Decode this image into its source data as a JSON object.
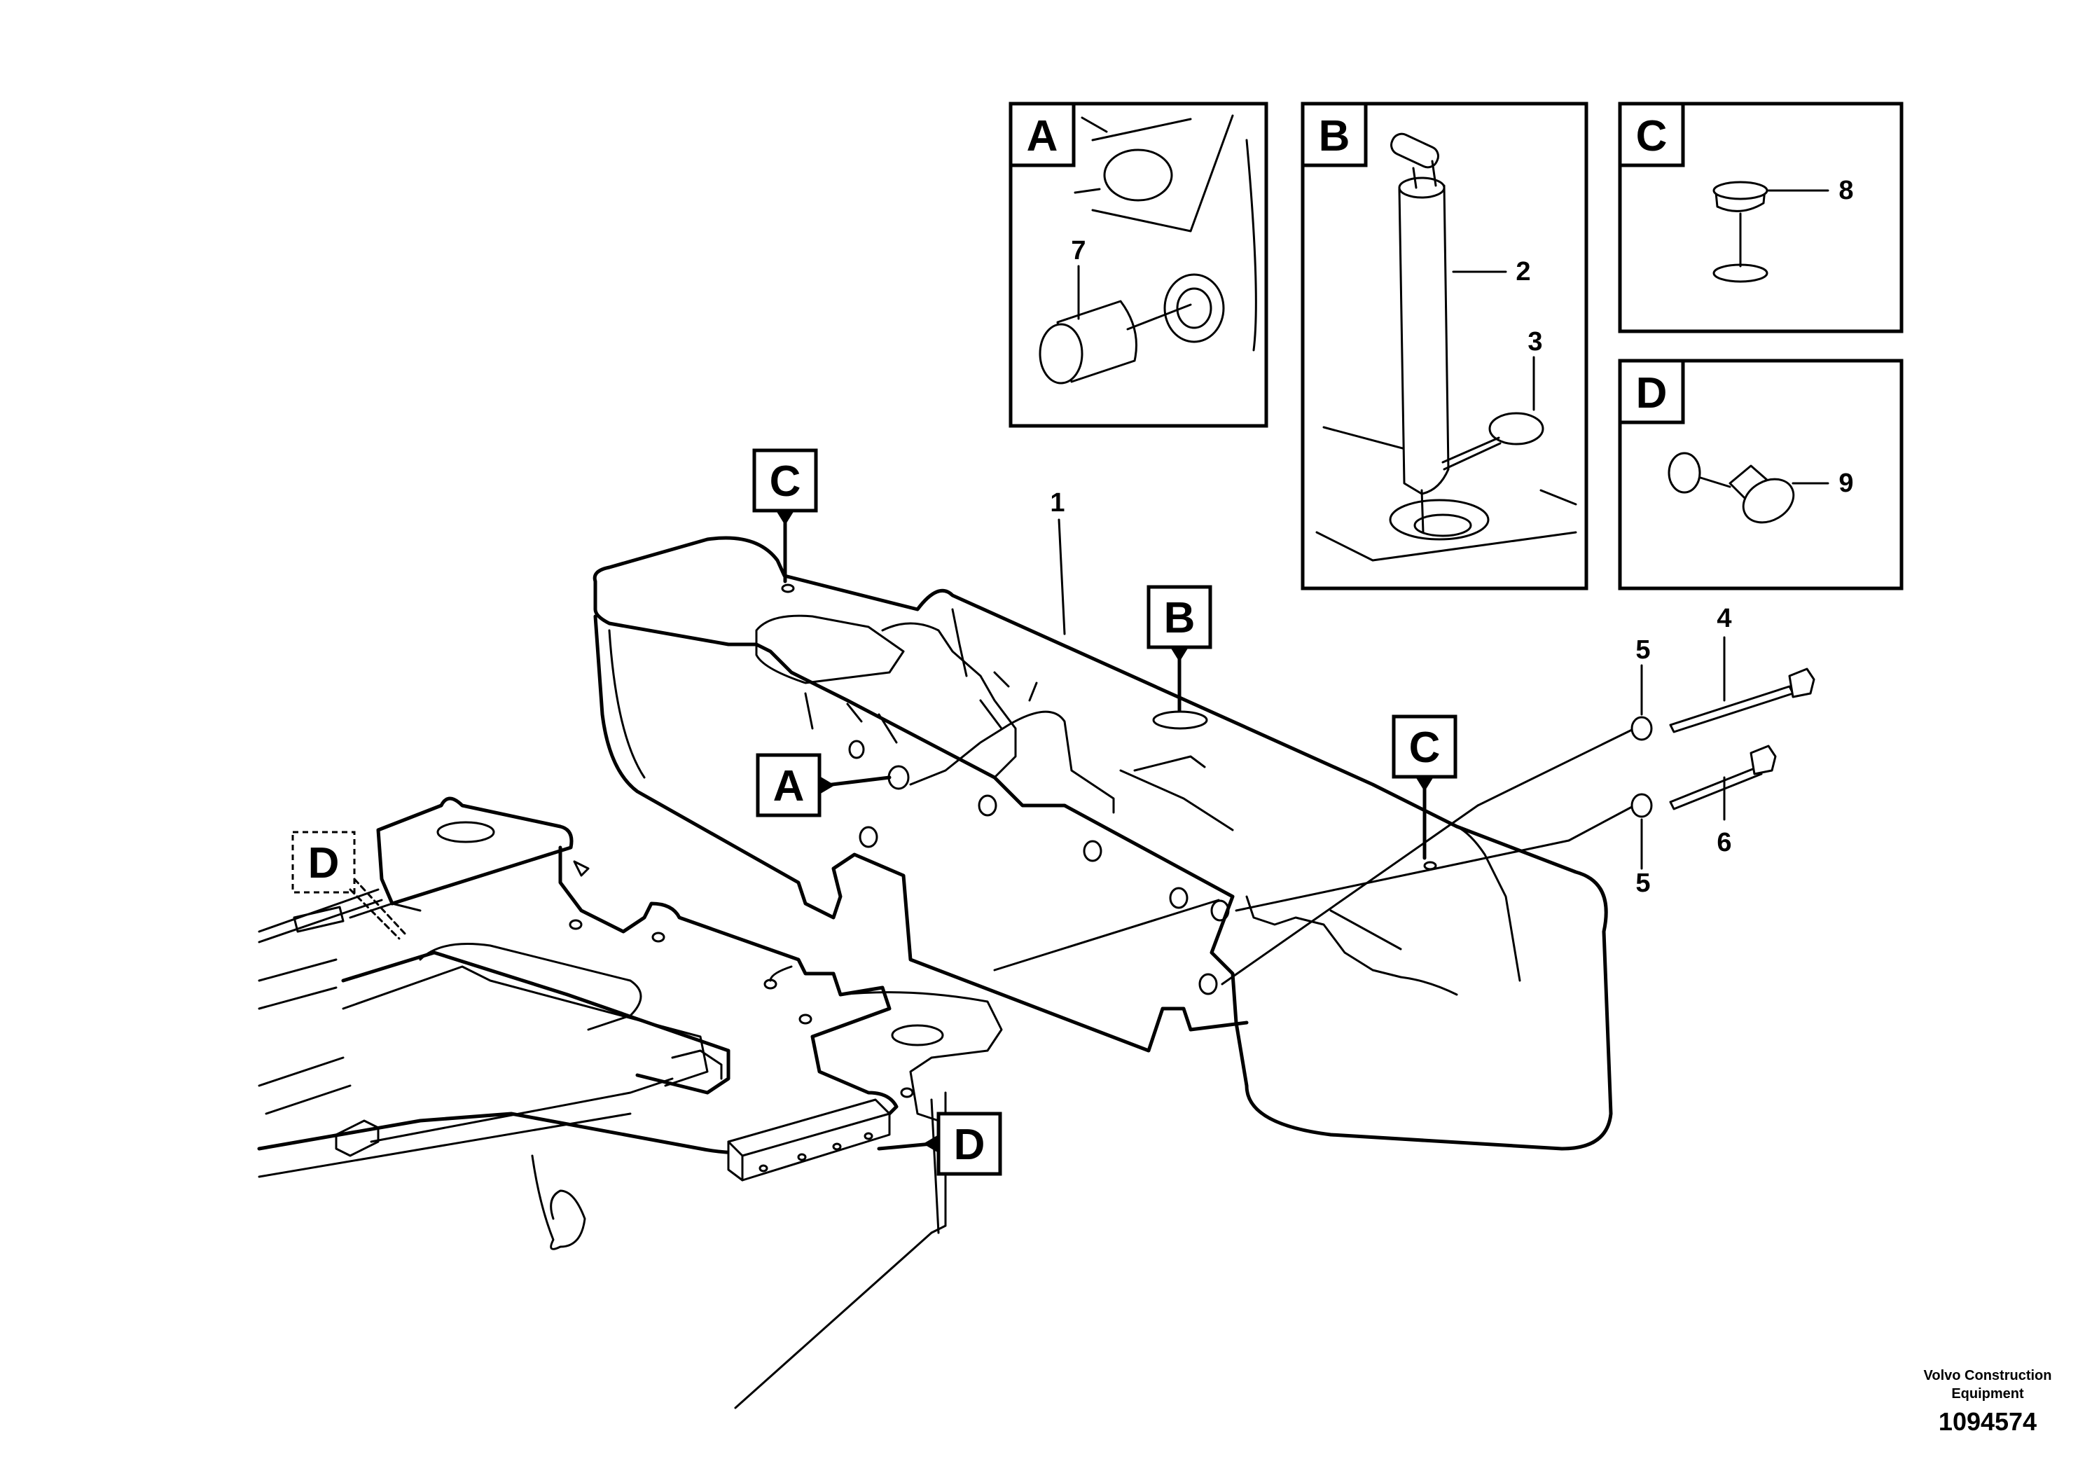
{
  "detail_views": [
    {
      "letter": "A",
      "part_numbers": [
        "7"
      ]
    },
    {
      "letter": "B",
      "part_numbers": [
        "2",
        "3"
      ]
    },
    {
      "letter": "C",
      "part_numbers": [
        "8"
      ]
    },
    {
      "letter": "D",
      "part_numbers": [
        "9"
      ]
    }
  ],
  "view_tags": {
    "c_top_left": "C",
    "c_right": "C",
    "b_center": "B",
    "a_left": "A",
    "d_dashed": "D",
    "d_bottom": "D"
  },
  "part_labels": {
    "counterweight": "1",
    "washer_upper": "5",
    "bolt_upper": "4",
    "washer_lower": "5",
    "bolt_lower": "6"
  },
  "caption": {
    "line1": "Volvo Construction",
    "line2": "Equipment",
    "doc_number": "1094574"
  }
}
